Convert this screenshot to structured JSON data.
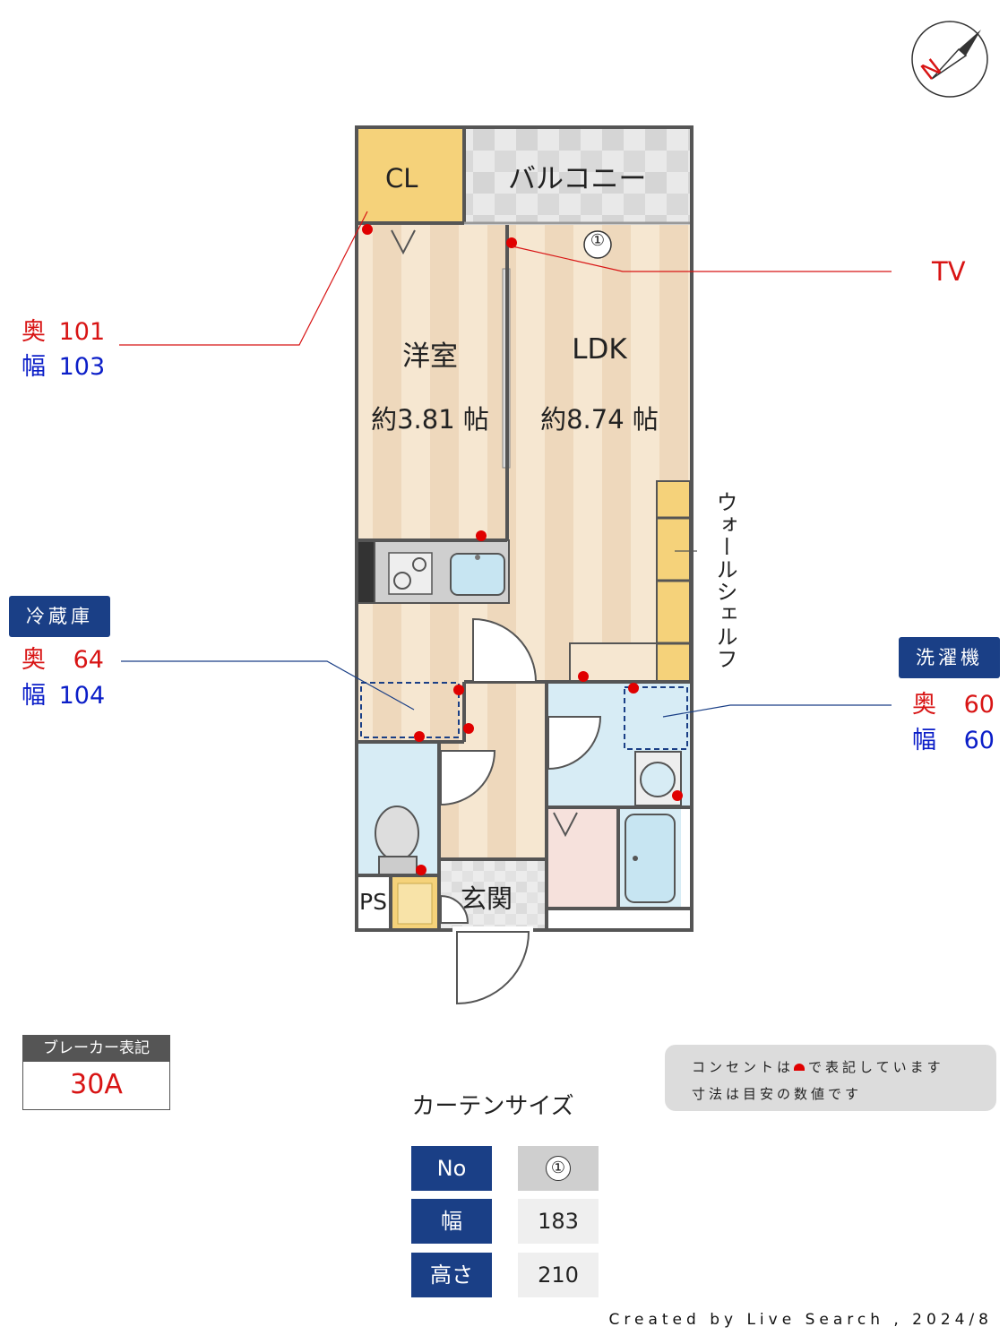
{
  "rooms": {
    "closet": "CL",
    "balcony": "バルコニー",
    "western_room": "洋室",
    "western_room_size": "約3.81 帖",
    "ldk": "LDK",
    "ldk_size": "約8.74 帖",
    "wall_shelf": "ウォールシェルフ",
    "entrance": "玄関",
    "ps": "PS"
  },
  "window_marker": "①",
  "tv_label": "TV",
  "closet_dimensions": {
    "depth_label": "奥",
    "depth": "101",
    "width_label": "幅",
    "width": "103"
  },
  "fridge": {
    "title": "冷蔵庫",
    "depth_label": "奥",
    "depth": "64",
    "width_label": "幅",
    "width": "104"
  },
  "washer": {
    "title": "洗濯機",
    "depth_label": "奥",
    "depth": "60",
    "width_label": "幅",
    "width": "60"
  },
  "breaker": {
    "title": "ブレーカー表記",
    "value": "30A"
  },
  "note": {
    "line1_before": "コンセントは",
    "line1_after": "で表記しています",
    "line2": "寸法は目安の数値です"
  },
  "curtain": {
    "title": "カーテンサイズ",
    "rows": [
      {
        "head": "No",
        "value": "①"
      },
      {
        "head": "幅",
        "value": "183"
      },
      {
        "head": "高さ",
        "value": "210"
      }
    ]
  },
  "credit": "Created by Live Search , 2024/8",
  "colors": {
    "wall": "#555555",
    "floor_light": "#f6e7d1",
    "floor_stripe": "#eed8bc",
    "closet_fill": "#f5d27a",
    "wet_area": "#d7ecf5",
    "outlet": "#e00000",
    "label_red": "#d81414",
    "label_blue": "#0b1ec8",
    "tag_navy": "#1a3f86"
  },
  "compass": "N"
}
